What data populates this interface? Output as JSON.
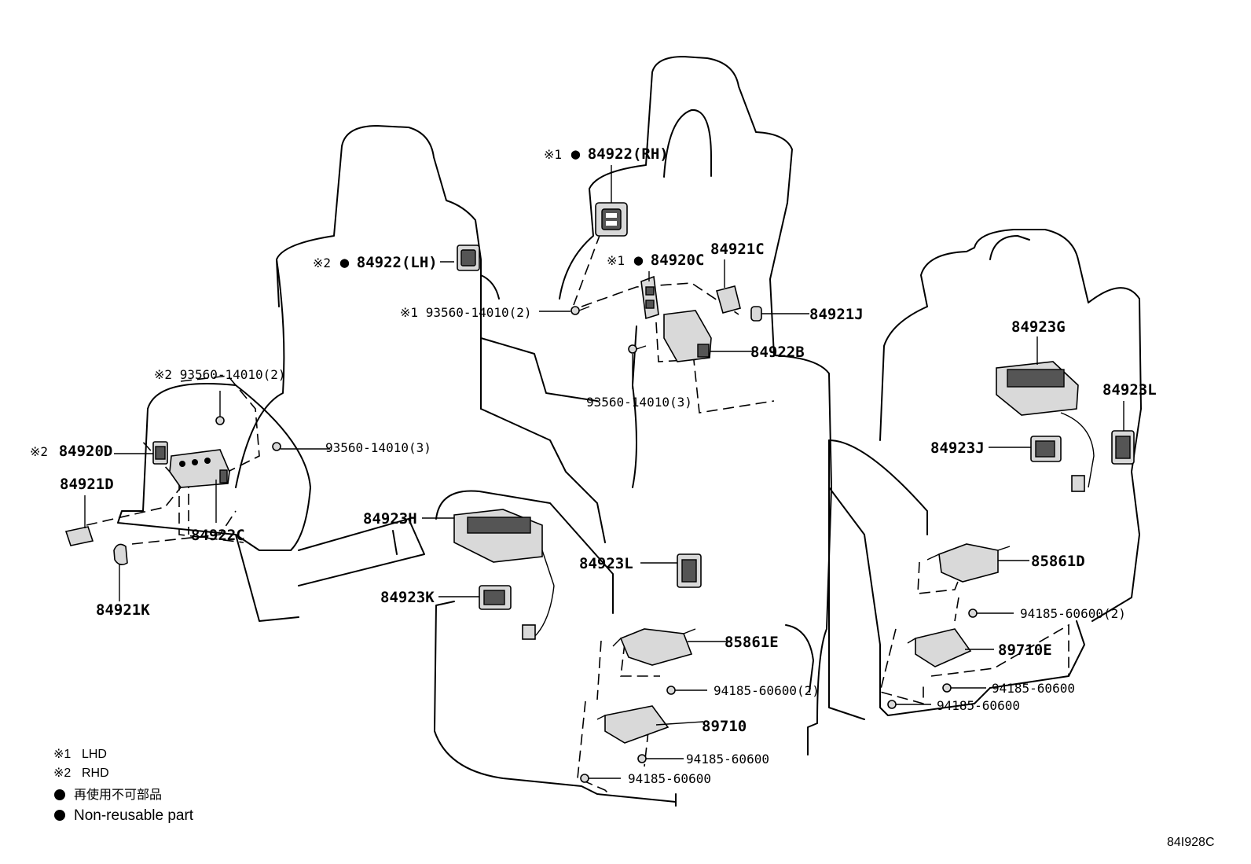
{
  "diagram_code": "84I928C",
  "parts": {
    "p_84922RH": {
      "mark": "※1",
      "nonreusable": true,
      "number": "84922(RH)"
    },
    "p_84922LH": {
      "mark": "※2",
      "nonreusable": true,
      "number": "84922(LH)"
    },
    "p_84920C": {
      "mark": "※1",
      "nonreusable": true,
      "number": "84920C"
    },
    "p_84921C": {
      "mark": "",
      "nonreusable": false,
      "number": "84921C"
    },
    "p_93560_2a": {
      "mark": "※1",
      "nonreusable": false,
      "number": "93560-14010(2)"
    },
    "p_84921J": {
      "mark": "",
      "nonreusable": false,
      "number": "84921J"
    },
    "p_84922B": {
      "mark": "",
      "nonreusable": false,
      "number": "84922B"
    },
    "p_93560_3a": {
      "mark": "",
      "nonreusable": false,
      "number": "93560-14010(3)"
    },
    "p_93560_2b": {
      "mark": "※2",
      "nonreusable": false,
      "number": "93560-14010(2)"
    },
    "p_84920D": {
      "mark": "※2",
      "nonreusable": false,
      "number": "84920D"
    },
    "p_93560_3b": {
      "mark": "",
      "nonreusable": false,
      "number": "93560-14010(3)"
    },
    "p_84921D": {
      "mark": "",
      "nonreusable": false,
      "number": "84921D"
    },
    "p_84922C": {
      "mark": "",
      "nonreusable": false,
      "number": "84922C"
    },
    "p_84921K": {
      "mark": "",
      "nonreusable": false,
      "number": "84921K"
    },
    "p_84923H": {
      "mark": "",
      "nonreusable": false,
      "number": "84923H"
    },
    "p_84923L_a": {
      "mark": "",
      "nonreusable": false,
      "number": "84923L"
    },
    "p_84923K": {
      "mark": "",
      "nonreusable": false,
      "number": "84923K"
    },
    "p_85861E": {
      "mark": "",
      "nonreusable": false,
      "number": "85861E"
    },
    "p_94185_2a": {
      "mark": "",
      "nonreusable": false,
      "number": "94185-60600(2)"
    },
    "p_89710": {
      "mark": "",
      "nonreusable": false,
      "number": "89710"
    },
    "p_94185_a": {
      "mark": "",
      "nonreusable": false,
      "number": "94185-60600"
    },
    "p_94185_b": {
      "mark": "",
      "nonreusable": false,
      "number": "94185-60600"
    },
    "p_84923G": {
      "mark": "",
      "nonreusable": false,
      "number": "84923G"
    },
    "p_84923L_b": {
      "mark": "",
      "nonreusable": false,
      "number": "84923L"
    },
    "p_84923J": {
      "mark": "",
      "nonreusable": false,
      "number": "84923J"
    },
    "p_85861D": {
      "mark": "",
      "nonreusable": false,
      "number": "85861D"
    },
    "p_94185_2b": {
      "mark": "",
      "nonreusable": false,
      "number": "94185-60600(2)"
    },
    "p_89710E": {
      "mark": "",
      "nonreusable": false,
      "number": "89710E"
    },
    "p_94185_c": {
      "mark": "",
      "nonreusable": false,
      "number": "94185-60600"
    },
    "p_94185_d": {
      "mark": "",
      "nonreusable": false,
      "number": "94185-60600"
    }
  },
  "legend": {
    "note1": {
      "mark": "※1",
      "text": "LHD"
    },
    "note2": {
      "mark": "※2",
      "text": "RHD"
    },
    "note3": {
      "text": "再使用不可部品"
    },
    "note4": {
      "text": "Non-reusable part"
    }
  }
}
